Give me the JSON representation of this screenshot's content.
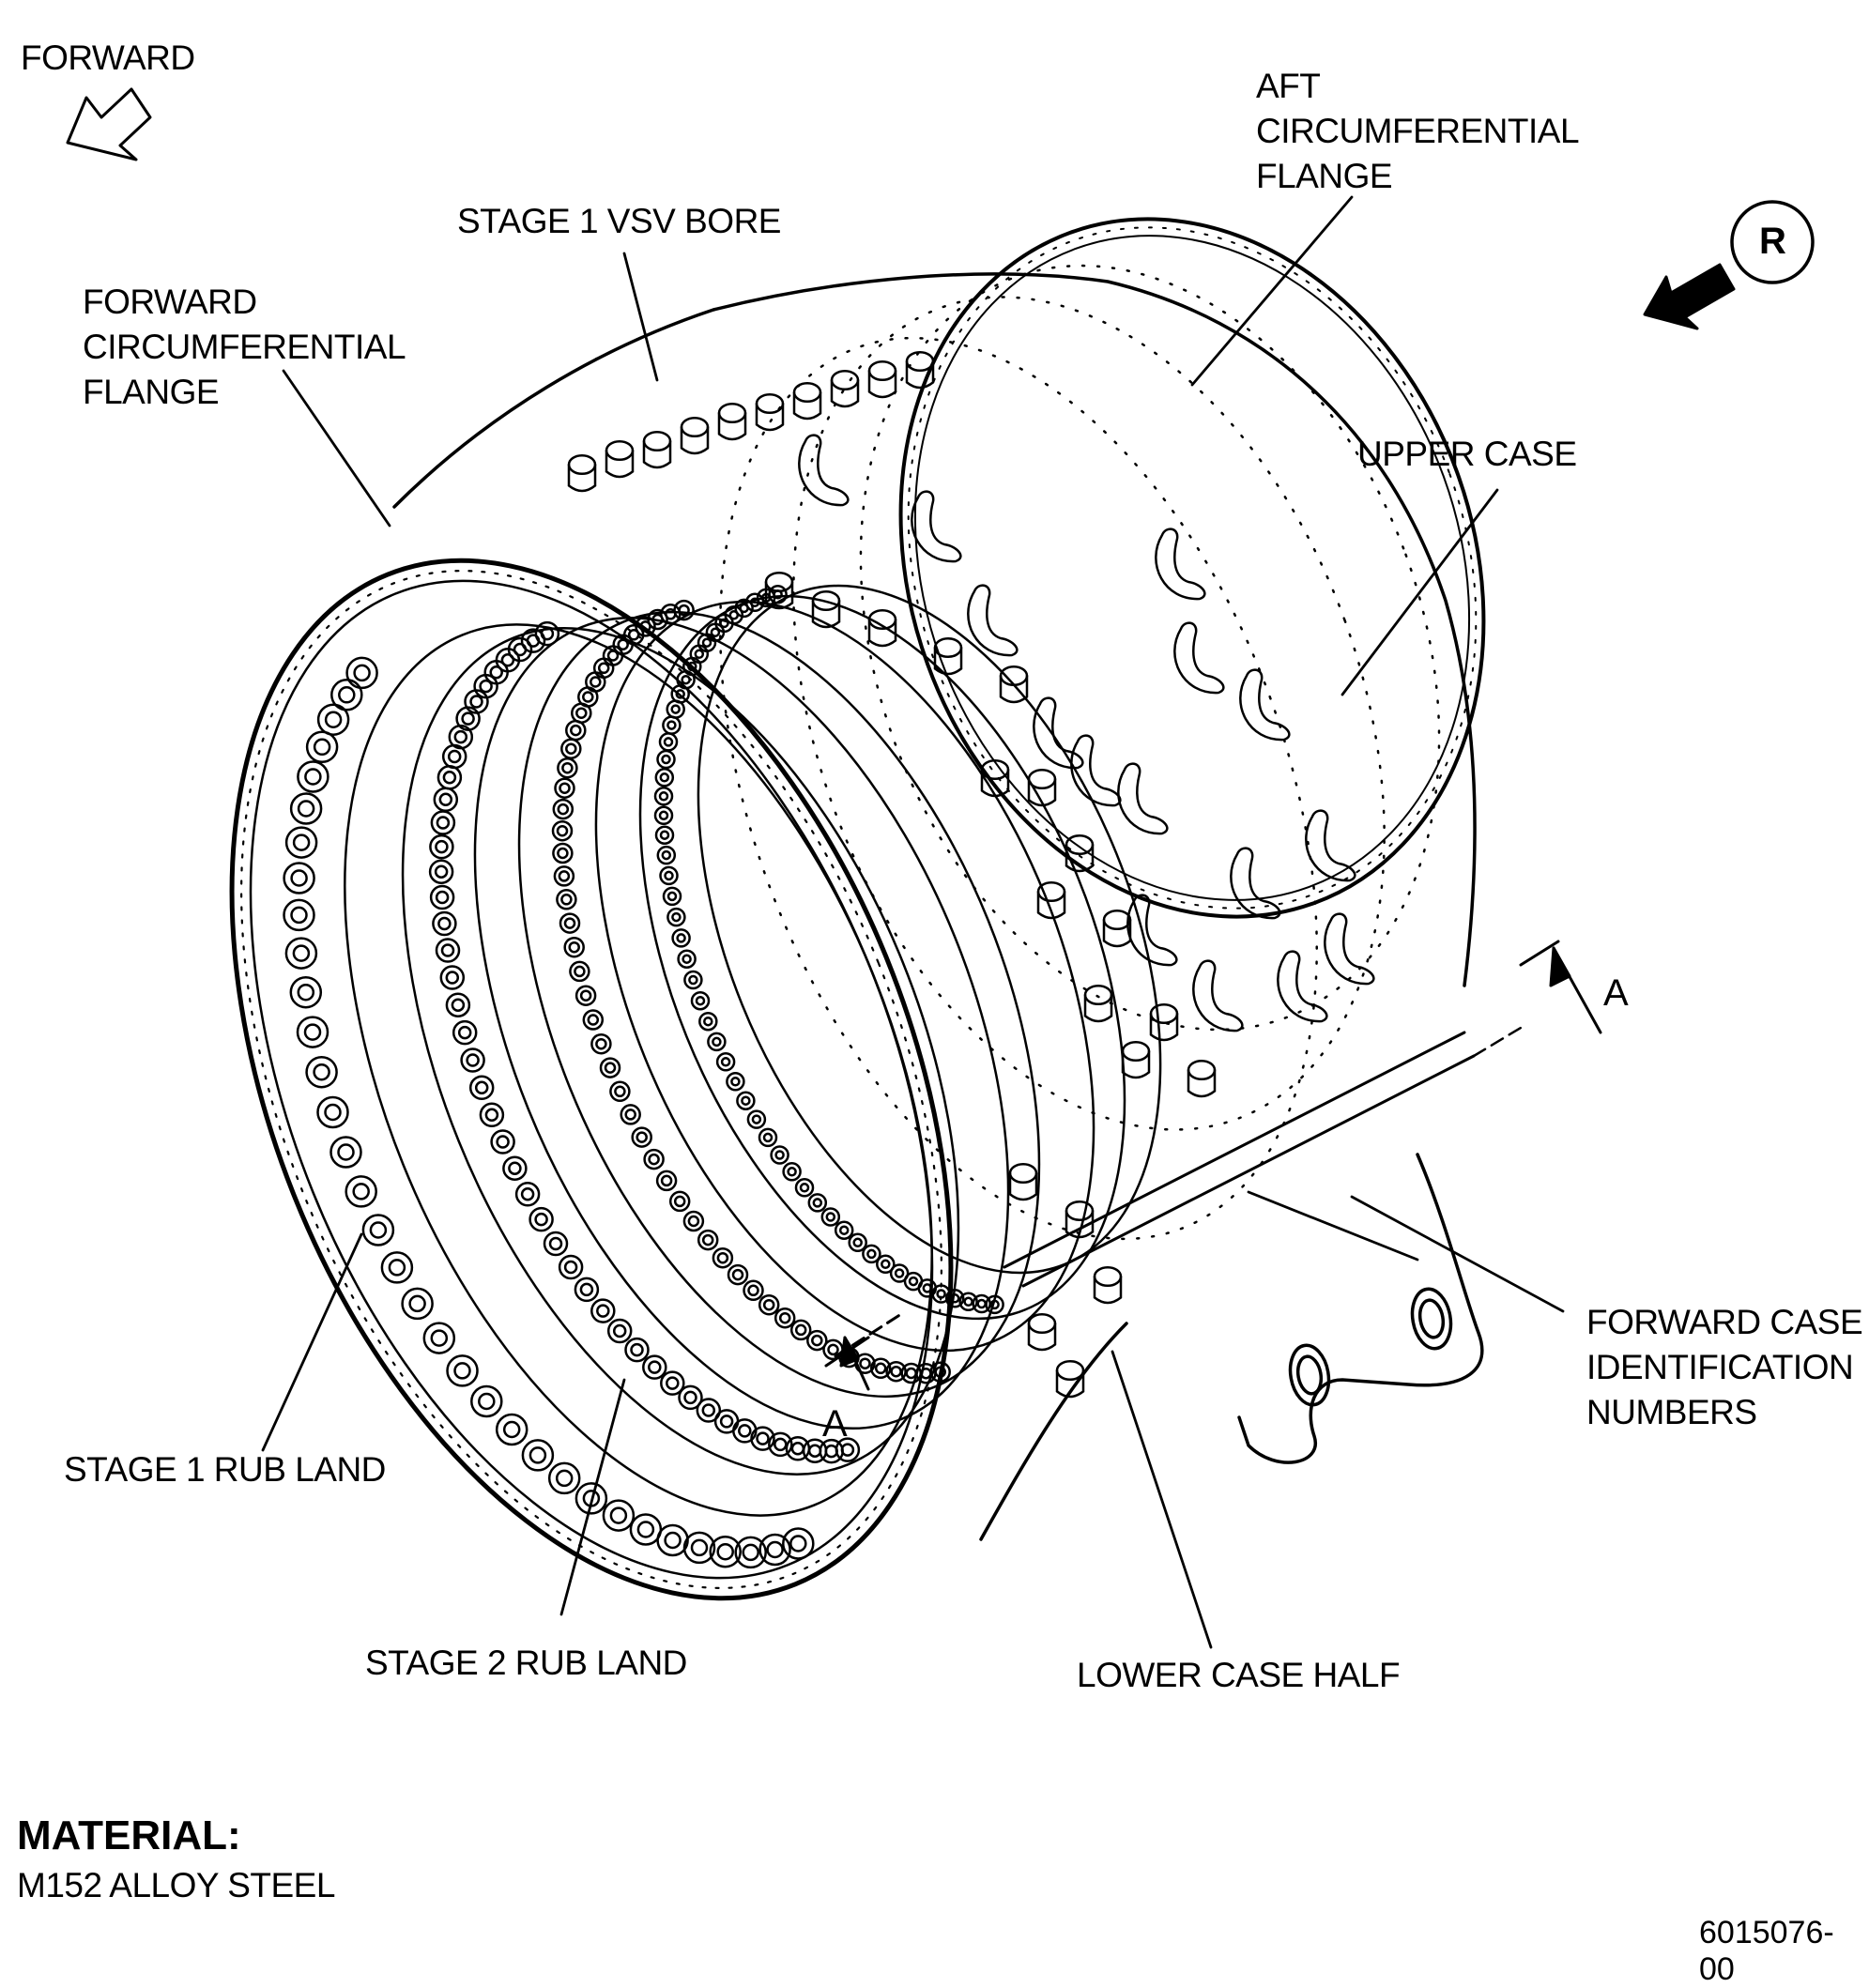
{
  "labels": {
    "forward": "FORWARD",
    "aft_flange": "AFT\nCIRCUMFERENTIAL\nFLANGE",
    "stage1_vsv_bore": "STAGE 1 VSV BORE",
    "forward_flange": "FORWARD\nCIRCUMFERENTIAL\nFLANGE",
    "upper_case": "UPPER CASE",
    "section_a_right": "A",
    "section_a_left": "A",
    "forward_case_id": "FORWARD CASE\nIDENTIFICATION\nNUMBERS",
    "stage1_rub_land": "STAGE 1 RUB LAND",
    "stage2_rub_land": "STAGE 2 RUB LAND",
    "lower_case_half": "LOWER CASE HALF",
    "view_r": "R"
  },
  "material": {
    "heading": "MATERIAL:",
    "value": "M152 ALLOY STEEL"
  },
  "figure_number": "6015076-00"
}
